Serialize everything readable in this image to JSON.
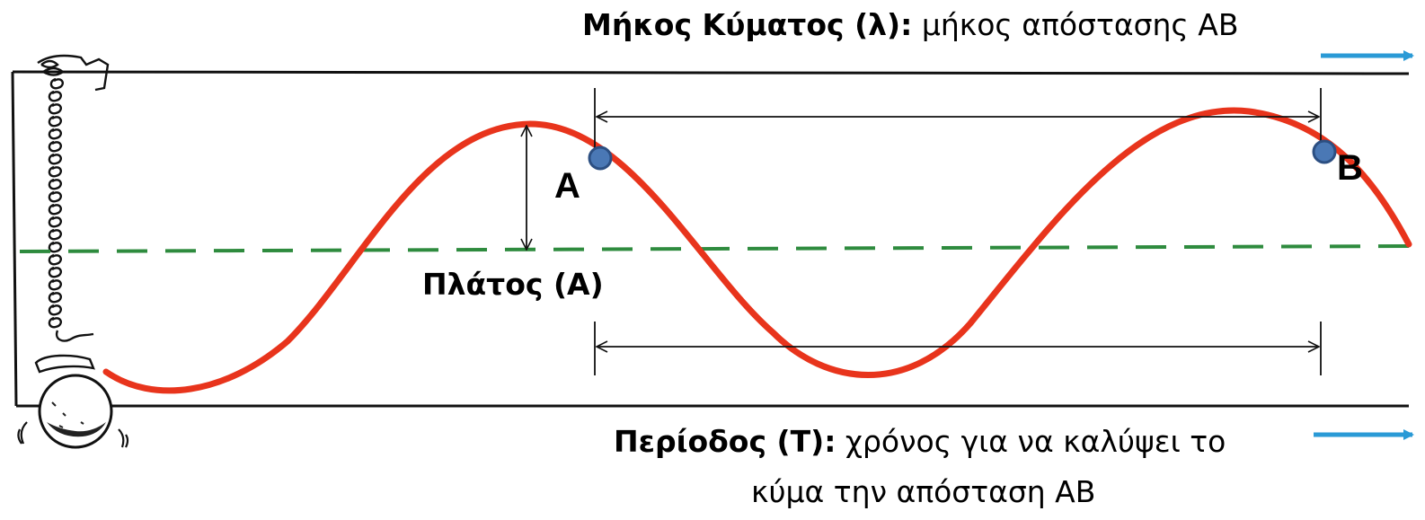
{
  "wavelength": {
    "title": "Μήκος Κύματος (λ):",
    "description": "μήκος απόστασης ΑΒ"
  },
  "amplitude": {
    "label": "Πλάτος (Α)"
  },
  "period": {
    "title": "Περίοδος (Τ):",
    "description_line1": "χρόνος για να καλύψει το",
    "description_line2": "κύμα την απόσταση ΑΒ"
  },
  "points": {
    "a": "A",
    "b": "B"
  },
  "colors": {
    "wave": "#e8341c",
    "equilibrium_line": "#2e8b3e",
    "arrow_blue": "#2a9ad6",
    "point_fill": "#4a78b5",
    "frame": "#111111"
  }
}
